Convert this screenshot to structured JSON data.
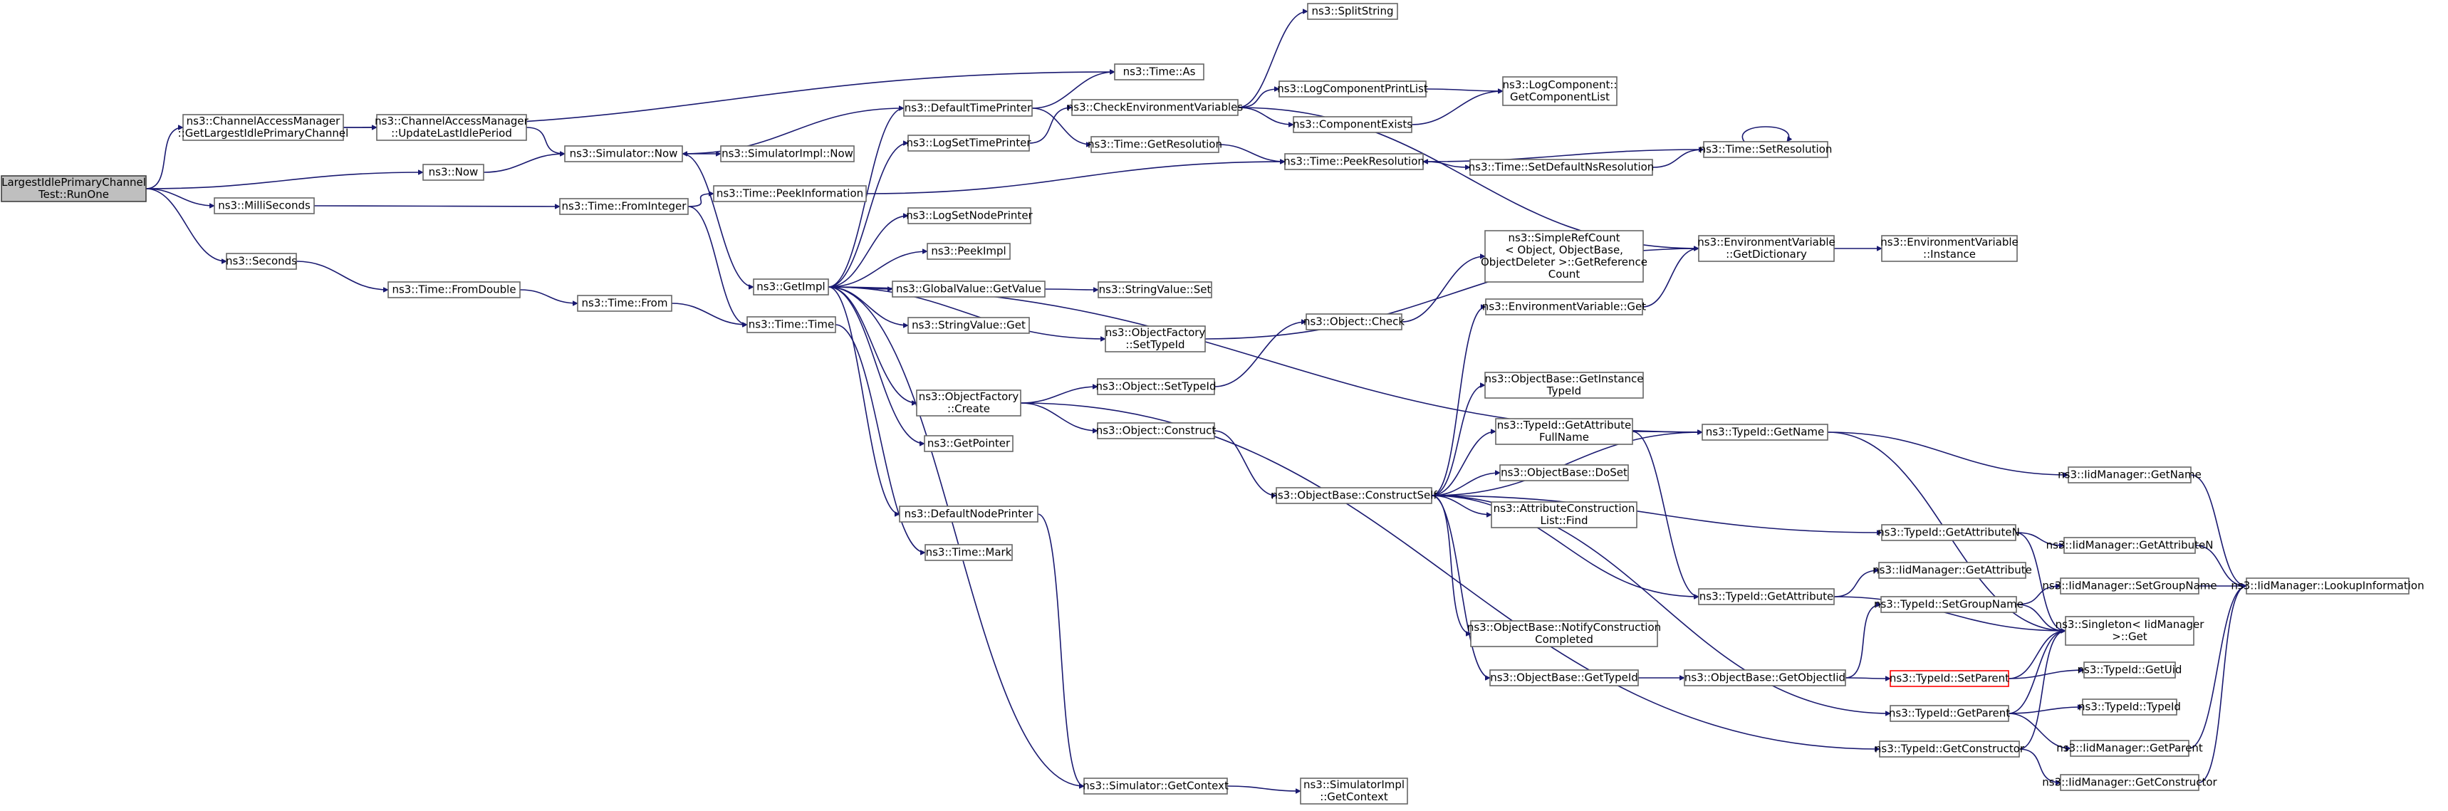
{
  "graph": {
    "colors": {
      "edge": "#191970",
      "node_border": "#666666",
      "root_fill": "#bfbfbf",
      "truncated_border": "#ff0000"
    },
    "nodes": [
      {
        "id": "root",
        "lines": [
          "LargestIdlePrimaryChannel",
          "Test::RunOne"
        ],
        "root": true
      },
      {
        "id": "getLargest",
        "lines": [
          "ns3::ChannelAccessManager",
          "::GetLargestIdlePrimaryChannel"
        ]
      },
      {
        "id": "now",
        "lines": [
          "ns3::Now"
        ]
      },
      {
        "id": "milli",
        "lines": [
          "ns3::MilliSeconds"
        ]
      },
      {
        "id": "seconds",
        "lines": [
          "ns3::Seconds"
        ]
      },
      {
        "id": "updLast",
        "lines": [
          "ns3::ChannelAccessManager",
          "::UpdateLastIdlePeriod"
        ]
      },
      {
        "id": "fromDouble",
        "lines": [
          "ns3::Time::FromDouble"
        ]
      },
      {
        "id": "simNow",
        "lines": [
          "ns3::Simulator::Now"
        ]
      },
      {
        "id": "fromInt",
        "lines": [
          "ns3::Time::FromInteger"
        ]
      },
      {
        "id": "timeFrom",
        "lines": [
          "ns3::Time::From"
        ]
      },
      {
        "id": "simImplNow",
        "lines": [
          "ns3::SimulatorImpl::Now"
        ]
      },
      {
        "id": "peekInfo",
        "lines": [
          "ns3::Time::PeekInformation"
        ]
      },
      {
        "id": "getImpl",
        "lines": [
          "ns3::GetImpl"
        ]
      },
      {
        "id": "timeTime",
        "lines": [
          "ns3::Time::Time"
        ]
      },
      {
        "id": "defTimePrinter",
        "lines": [
          "ns3::DefaultTimePrinter"
        ]
      },
      {
        "id": "logSetTime",
        "lines": [
          "ns3::LogSetTimePrinter"
        ]
      },
      {
        "id": "logSetNode",
        "lines": [
          "ns3::LogSetNodePrinter"
        ]
      },
      {
        "id": "peekImpl",
        "lines": [
          "ns3::PeekImpl"
        ]
      },
      {
        "id": "gvGetValue",
        "lines": [
          "ns3::GlobalValue::GetValue"
        ]
      },
      {
        "id": "svGet",
        "lines": [
          "ns3::StringValue::Get"
        ]
      },
      {
        "id": "ofCreate",
        "lines": [
          "ns3::ObjectFactory",
          "::Create"
        ]
      },
      {
        "id": "getPointer",
        "lines": [
          "ns3::GetPointer"
        ]
      },
      {
        "id": "defNodePrinter",
        "lines": [
          "ns3::DefaultNodePrinter"
        ]
      },
      {
        "id": "timeMark",
        "lines": [
          "ns3::Time::Mark"
        ]
      },
      {
        "id": "timeAs",
        "lines": [
          "ns3::Time::As"
        ]
      },
      {
        "id": "checkEnv",
        "lines": [
          "ns3::CheckEnvironmentVariables"
        ]
      },
      {
        "id": "getRes",
        "lines": [
          "ns3::Time::GetResolution"
        ]
      },
      {
        "id": "svSet",
        "lines": [
          "ns3::StringValue::Set"
        ]
      },
      {
        "id": "ofSetTypeId",
        "lines": [
          "ns3::ObjectFactory",
          "::SetTypeId"
        ]
      },
      {
        "id": "objSetTypeId",
        "lines": [
          "ns3::Object::SetTypeId"
        ]
      },
      {
        "id": "objConstruct",
        "lines": [
          "ns3::Object::Construct"
        ]
      },
      {
        "id": "simGetCtx",
        "lines": [
          "ns3::Simulator::GetContext"
        ]
      },
      {
        "id": "splitString",
        "lines": [
          "ns3::SplitString"
        ]
      },
      {
        "id": "logCompPrint",
        "lines": [
          "ns3::LogComponentPrintList"
        ]
      },
      {
        "id": "compExists",
        "lines": [
          "ns3::ComponentExists"
        ]
      },
      {
        "id": "peekRes",
        "lines": [
          "ns3::Time::PeekResolution"
        ]
      },
      {
        "id": "objCheck",
        "lines": [
          "ns3::Object::Check"
        ]
      },
      {
        "id": "obConstructSelf",
        "lines": [
          "ns3::ObjectBase::ConstructSelf"
        ]
      },
      {
        "id": "simImplGetCtx",
        "lines": [
          "ns3::SimulatorImpl",
          "::GetContext"
        ]
      },
      {
        "id": "logCompGetList",
        "lines": [
          "ns3::LogComponent::",
          "GetComponentList"
        ]
      },
      {
        "id": "setDefNs",
        "lines": [
          "ns3::Time::SetDefaultNsResolution"
        ]
      },
      {
        "id": "srcGetRef",
        "lines": [
          "ns3::SimpleRefCount",
          "< Object, ObjectBase,",
          "ObjectDeleter >::GetReference",
          "Count"
        ]
      },
      {
        "id": "envGet",
        "lines": [
          "ns3::EnvironmentVariable::Get"
        ]
      },
      {
        "id": "obGetInstTid",
        "lines": [
          "ns3::ObjectBase::GetInstance",
          "TypeId"
        ]
      },
      {
        "id": "tidGetAttrFull",
        "lines": [
          "ns3::TypeId::GetAttribute",
          "FullName"
        ]
      },
      {
        "id": "obDoSet",
        "lines": [
          "ns3::ObjectBase::DoSet"
        ]
      },
      {
        "id": "acListFind",
        "lines": [
          "ns3::AttributeConstruction",
          "List::Find"
        ]
      },
      {
        "id": "obNotify",
        "lines": [
          "ns3::ObjectBase::NotifyConstruction",
          "Completed"
        ]
      },
      {
        "id": "obGetTypeId",
        "lines": [
          "ns3::ObjectBase::GetTypeId"
        ]
      },
      {
        "id": "obGetObjTid",
        "lines": [
          "ns3::ObjectBase::GetObjectIid"
        ]
      },
      {
        "id": "envGetDict",
        "lines": [
          "ns3::EnvironmentVariable",
          "::GetDictionary"
        ]
      },
      {
        "id": "setRes",
        "lines": [
          "ns3::Time::SetResolution"
        ]
      },
      {
        "id": "tidGetName",
        "lines": [
          "ns3::TypeId::GetName"
        ]
      },
      {
        "id": "tidGetAttr",
        "lines": [
          "ns3::TypeId::GetAttribute"
        ]
      },
      {
        "id": "envInstance",
        "lines": [
          "ns3::EnvironmentVariable",
          "::Instance"
        ]
      },
      {
        "id": "tidGetAttrN",
        "lines": [
          "ns3::TypeId::GetAttributeN"
        ]
      },
      {
        "id": "iidGetAttr",
        "lines": [
          "ns3::IidManager::GetAttribute"
        ]
      },
      {
        "id": "tidSetGroup",
        "lines": [
          "ns3::TypeId::SetGroupName"
        ]
      },
      {
        "id": "tidSetParent",
        "lines": [
          "ns3::TypeId::SetParent"
        ],
        "truncated": true
      },
      {
        "id": "tidGetParent",
        "lines": [
          "ns3::TypeId::GetParent"
        ]
      },
      {
        "id": "tidGetCtor",
        "lines": [
          "ns3::TypeId::GetConstructor"
        ]
      },
      {
        "id": "iidGetName",
        "lines": [
          "ns3::IidManager::GetName"
        ]
      },
      {
        "id": "iidGetAttrN",
        "lines": [
          "ns3::IidManager::GetAttributeN"
        ]
      },
      {
        "id": "iidSetGroup",
        "lines": [
          "ns3::IidManager::SetGroupName"
        ]
      },
      {
        "id": "singletonGet",
        "lines": [
          "ns3::Singleton< IidManager",
          ">::Get"
        ]
      },
      {
        "id": "tidGetUid",
        "lines": [
          "ns3::TypeId::GetUid"
        ]
      },
      {
        "id": "tidTypeId",
        "lines": [
          "ns3::TypeId::TypeId"
        ]
      },
      {
        "id": "iidGetParent",
        "lines": [
          "ns3::IidManager::GetParent"
        ]
      },
      {
        "id": "iidGetCtor",
        "lines": [
          "ns3::IidManager::GetConstructor"
        ]
      },
      {
        "id": "iidLookup",
        "lines": [
          "ns3::IidManager::LookupInformation"
        ]
      }
    ],
    "edges": [
      [
        "root",
        "getLargest"
      ],
      [
        "root",
        "now"
      ],
      [
        "root",
        "milli"
      ],
      [
        "root",
        "seconds"
      ],
      [
        "getLargest",
        "updLast"
      ],
      [
        "getLargest",
        "timeAs"
      ],
      [
        "updLast",
        "simNow"
      ],
      [
        "now",
        "simNow"
      ],
      [
        "milli",
        "fromInt"
      ],
      [
        "seconds",
        "fromDouble"
      ],
      [
        "fromDouble",
        "timeFrom"
      ],
      [
        "timeFrom",
        "timeTime"
      ],
      [
        "simNow",
        "simImplNow"
      ],
      [
        "simNow",
        "getImpl"
      ],
      [
        "fromInt",
        "peekInfo"
      ],
      [
        "fromInt",
        "timeTime"
      ],
      [
        "peekInfo",
        "peekRes"
      ],
      [
        "timeTime",
        "timeMark"
      ],
      [
        "getImpl",
        "defTimePrinter"
      ],
      [
        "getImpl",
        "logSetTime"
      ],
      [
        "getImpl",
        "logSetNode"
      ],
      [
        "getImpl",
        "peekImpl"
      ],
      [
        "getImpl",
        "gvGetValue"
      ],
      [
        "getImpl",
        "svGet"
      ],
      [
        "getImpl",
        "ofSetTypeId"
      ],
      [
        "getImpl",
        "ofCreate"
      ],
      [
        "getImpl",
        "getPointer"
      ],
      [
        "getImpl",
        "defNodePrinter"
      ],
      [
        "getImpl",
        "simGetCtx"
      ],
      [
        "getImpl",
        "tidGetName"
      ],
      [
        "defTimePrinter",
        "simNow"
      ],
      [
        "defTimePrinter",
        "timeAs"
      ],
      [
        "defTimePrinter",
        "getRes"
      ],
      [
        "logSetTime",
        "checkEnv"
      ],
      [
        "gvGetValue",
        "svSet"
      ],
      [
        "ofSetTypeId",
        "envGetDict"
      ],
      [
        "ofCreate",
        "objSetTypeId"
      ],
      [
        "ofCreate",
        "objConstruct"
      ],
      [
        "ofCreate",
        "tidGetCtor"
      ],
      [
        "defNodePrinter",
        "simGetCtx"
      ],
      [
        "checkEnv",
        "splitString"
      ],
      [
        "checkEnv",
        "logCompPrint"
      ],
      [
        "checkEnv",
        "compExists"
      ],
      [
        "checkEnv",
        "envGetDict"
      ],
      [
        "getRes",
        "peekRes"
      ],
      [
        "objSetTypeId",
        "objCheck"
      ],
      [
        "objConstruct",
        "obConstructSelf"
      ],
      [
        "simGetCtx",
        "simImplGetCtx"
      ],
      [
        "logCompPrint",
        "logCompGetList"
      ],
      [
        "compExists",
        "logCompGetList"
      ],
      [
        "peekRes",
        "setDefNs"
      ],
      [
        "setDefNs",
        "setRes"
      ],
      [
        "setRes",
        "peekRes"
      ],
      [
        "setRes",
        "setRes"
      ],
      [
        "objCheck",
        "srcGetRef"
      ],
      [
        "obConstructSelf",
        "envGet"
      ],
      [
        "obConstructSelf",
        "obGetInstTid"
      ],
      [
        "obConstructSelf",
        "tidGetAttrFull"
      ],
      [
        "obConstructSelf",
        "obDoSet"
      ],
      [
        "obConstructSelf",
        "acListFind"
      ],
      [
        "obConstructSelf",
        "obNotify"
      ],
      [
        "obConstructSelf",
        "obGetTypeId"
      ],
      [
        "obConstructSelf",
        "tidGetName"
      ],
      [
        "obConstructSelf",
        "tidGetAttrN"
      ],
      [
        "obConstructSelf",
        "tidGetAttr"
      ],
      [
        "obConstructSelf",
        "tidGetParent"
      ],
      [
        "envGet",
        "envGetDict"
      ],
      [
        "envGetDict",
        "envInstance"
      ],
      [
        "tidGetAttrFull",
        "tidGetName"
      ],
      [
        "tidGetAttrFull",
        "tidGetAttr"
      ],
      [
        "obGetTypeId",
        "obGetObjTid"
      ],
      [
        "obGetObjTid",
        "tidSetGroup"
      ],
      [
        "obGetObjTid",
        "tidSetParent"
      ],
      [
        "tidGetName",
        "iidGetName"
      ],
      [
        "tidGetName",
        "singletonGet"
      ],
      [
        "tidGetAttr",
        "iidGetAttr"
      ],
      [
        "tidGetAttr",
        "singletonGet"
      ],
      [
        "tidGetAttrN",
        "iidGetAttrN"
      ],
      [
        "tidGetAttrN",
        "singletonGet"
      ],
      [
        "tidSetGroup",
        "iidSetGroup"
      ],
      [
        "tidSetGroup",
        "singletonGet"
      ],
      [
        "tidSetParent",
        "tidGetUid"
      ],
      [
        "tidSetParent",
        "singletonGet"
      ],
      [
        "tidGetParent",
        "tidTypeId"
      ],
      [
        "tidGetParent",
        "iidGetParent"
      ],
      [
        "tidGetParent",
        "singletonGet"
      ],
      [
        "tidGetCtor",
        "iidGetCtor"
      ],
      [
        "tidGetCtor",
        "singletonGet"
      ],
      [
        "iidGetName",
        "iidLookup"
      ],
      [
        "iidGetAttrN",
        "iidLookup"
      ],
      [
        "iidSetGroup",
        "iidLookup"
      ],
      [
        "iidGetParent",
        "iidLookup"
      ],
      [
        "iidGetCtor",
        "iidLookup"
      ]
    ]
  }
}
